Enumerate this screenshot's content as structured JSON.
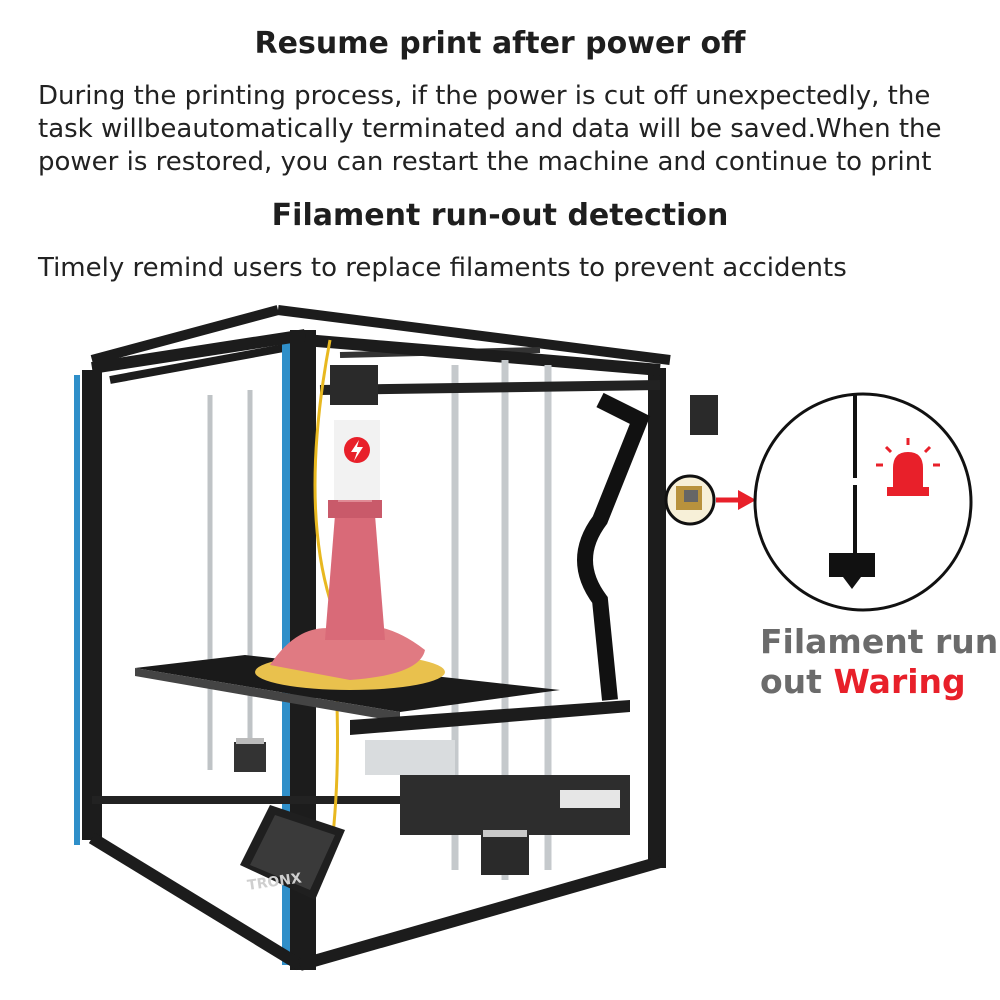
{
  "section1": {
    "title": "Resume print after power off",
    "lines": [
      "During the printing process, if the power is cut off unexpectedly, the",
      "task willbeautomatically terminated and data will be saved.When the",
      "power is restored, you can restart the machine and continue to print"
    ]
  },
  "section2": {
    "title": "Filament run-out detection",
    "text": "Timely remind users to replace filaments to prevent accidents"
  },
  "callout": {
    "line1": "Filament run",
    "line2_prefix": "out",
    "warning_word": "Waring"
  },
  "printer": {
    "brand_logo": "TRONX",
    "icons": [
      "power-cut-icon",
      "alarm-siren-icon",
      "arrow-right-icon"
    ]
  },
  "colors": {
    "frame": "#1c1c1c",
    "frame_blue": "#2f8fc9",
    "warning_red": "#e8202a",
    "callout_gray": "#6b6b6b"
  }
}
